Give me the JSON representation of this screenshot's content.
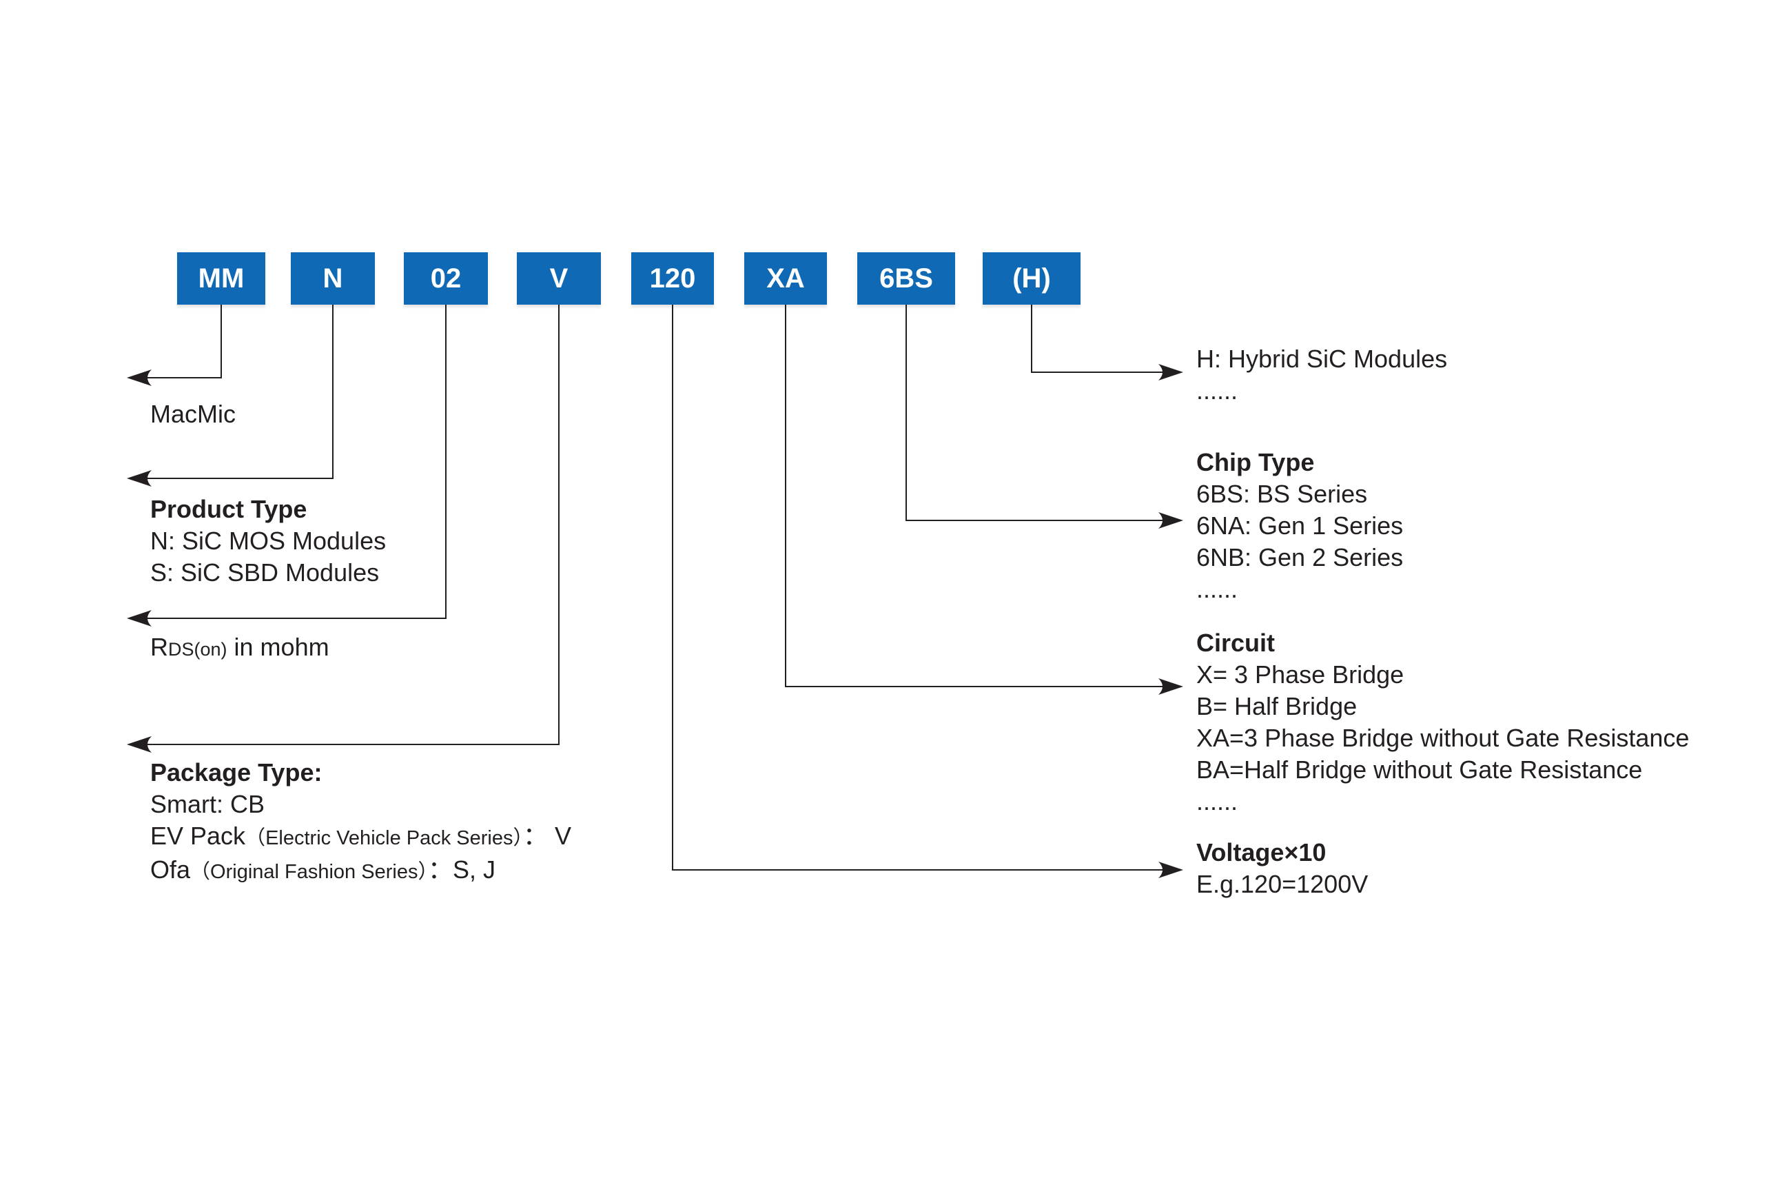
{
  "diagram": {
    "part_number_segments": [
      "MM",
      "N",
      "02",
      "V",
      "120",
      "XA",
      "6BS",
      "(H)"
    ],
    "brand": "MacMic",
    "product_type": {
      "heading": "Product Type",
      "line1": "N: SiC MOS Modules",
      "line2": "S: SiC SBD Modules"
    },
    "rds": {
      "symbol": "R",
      "subscript": "DS(on)",
      "rest": " in mohm"
    },
    "package_type": {
      "heading": "Package Type:",
      "line1": "Smart: CB",
      "line2_pre": "EV Pack",
      "line2_paren": "（Electric Vehicle Pack Series）",
      "line2_post": "： V",
      "line3_pre": "Ofa",
      "line3_paren": "（Original Fashion Series）",
      "line3_post": "：S, J"
    },
    "hybrid": {
      "line1": "H: Hybrid SiC Modules",
      "more": "......"
    },
    "chip_type": {
      "heading": "Chip Type",
      "line1": "6BS: BS Series",
      "line2": "6NA: Gen 1 Series",
      "line3": "6NB: Gen 2 Series",
      "more": "......"
    },
    "circuit": {
      "heading": "Circuit",
      "line1": "X= 3 Phase Bridge",
      "line2": "B= Half Bridge",
      "line3": "XA=3 Phase Bridge without Gate Resistance",
      "line4": "BA=Half Bridge without Gate Resistance",
      "more": "......"
    },
    "voltage": {
      "heading": "Voltage×10",
      "line1": "E.g.120=1200V"
    },
    "colors": {
      "segment_blue": "#0f69b4",
      "ink": "#231f20"
    }
  }
}
